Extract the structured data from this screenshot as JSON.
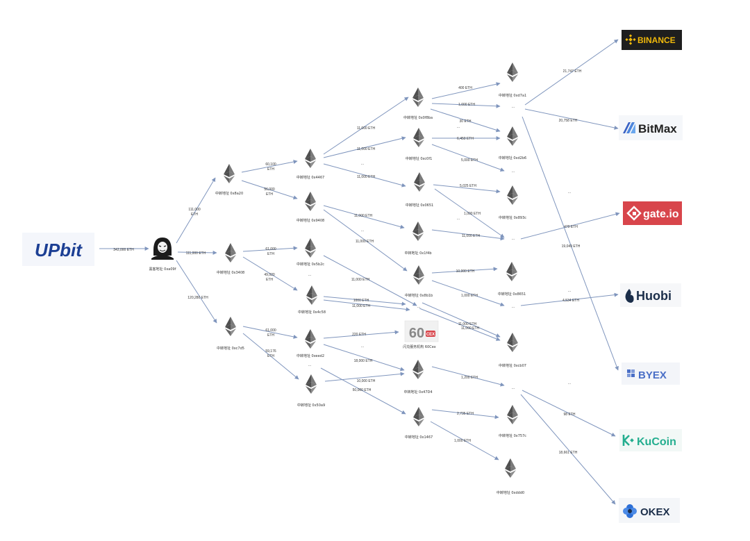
{
  "source": {
    "name": "UPbit",
    "color": "#1c3f94"
  },
  "hacker": {
    "label": "黑客地址 0xa09f"
  },
  "eth_nodes": {
    "n1a": "中转地址 0x8a20",
    "n1b": "中转地址 0x3408",
    "n1c": "中转地址 0xc7d5",
    "n2a": "中转地址 0x4467",
    "n2b": "中转地址 0x9408",
    "n2c": "中转地址 0x5b2c",
    "n2d": "中转地址 0x4c58",
    "n2e": "中转地址 0xeed2",
    "n2f": "中转地址 0x50a9",
    "n3a": "中转地址 0x0f8ba",
    "n3b": "中转地址 0xc0f1",
    "n3c": "中转地址 0x0651",
    "n3d": "中转地址 0x1f4b",
    "n3e": "中转地址 0x8b1b",
    "n3f": "中转地址 0x47D4",
    "n3g": "中转地址 0x1467",
    "n4a": "中转地址 0xd7a1",
    "n4b": "中转地址 0xd2b6",
    "n4c": "中转地址 0x893c",
    "n4d": "中转地址 0x8651",
    "n4e": "中转地址 0xcb07",
    "n4f": "中转地址 0x757c",
    "n4g": "中转地址 0xddd0"
  },
  "exchange_60cex": {
    "label": "闪兑服务机构 60Cex",
    "badge": "60",
    "badge_sub": "CEX"
  },
  "exchanges": {
    "binance": {
      "name": "BINANCE",
      "color": "#f0b90b"
    },
    "bitmax": {
      "name": "BitMax",
      "color": "#222222"
    },
    "gate": {
      "name": "gate.io",
      "color": "#d8454b"
    },
    "huobi": {
      "name": "Huobi",
      "color": "#1b2e4a"
    },
    "byex": {
      "name": "BYEX",
      "color": "#4a6fc7"
    },
    "kucoin": {
      "name": "KuCoin",
      "color": "#24ae8f"
    },
    "okex": {
      "name": "OKEX",
      "color": "#1b2e4a"
    }
  },
  "edge_labels": {
    "upbit_hacker": "342,000 ETH",
    "hacker_n1a_1": "111,000",
    "hacker_n1a_2": "ETH",
    "hacker_n1b": "111,000 ETH",
    "hacker_n1c": "120,280 ETH",
    "n1a_n2a_1": "60,100",
    "n1a_n2a_2": "ETH",
    "n1a_n2b_1": "56,000",
    "n1a_n2b_2": "ETH",
    "n1b_n2c_1": "61,000",
    "n1b_n2c_2": "ETH",
    "n1b_n2d_1": "49,920",
    "n1b_n2d_2": "ETH",
    "n1c_n2e_1": "61,000",
    "n1c_n2e_2": "ETH",
    "n1c_n2f_1": "59,176",
    "n1c_n2f_2": "ETH",
    "n2a_n3a": "11,000 ETH",
    "n2a_n3b": "11,000 ETH",
    "n2a_n3c": "11,000 ETH",
    "n2b_n3d": "11,000 ETH",
    "n2b_n3e": "11,000 ETH",
    "n2c_n3e": "11,000 ETH",
    "n2d_a": "1000 ETH",
    "n2d_b": "11,000 ETH",
    "n2e_cex": "220 ETH",
    "n2e_n3f": "18,000 ETH",
    "n2f_n3f": "10,000 ETH",
    "n2f_n3g": "50,000 ETH",
    "n3a_n4a": "400 ETH",
    "n3a_c1": "1,000 ETH",
    "n3a_n4b": "30 ETH",
    "n3b_n4b": "6,450 ETH",
    "n3b_c2": "5,000 ETH",
    "n3c_n4c": "5,025 ETH",
    "n3c_c3": "1,000 ETH",
    "n3d_c3": "11,000 ETH",
    "n3e_n4d": "10,000 ETH",
    "n3e_c4": "1,000 ETH",
    "n3e_n4e_1": "11,000 ETH",
    "n3e_n4e_2": "11,000 ETH",
    "n3f_c5": "1,200 ETH",
    "n3g_n4f": "2,735 ETH",
    "n3g_n4g": "1,000 ETH",
    "to_binance": "21,747 ETH",
    "to_bitmax": "20,758 ETH",
    "to_gate": "479 ETH",
    "to_byex": "19,049 ETH",
    "to_huobi": "4,534 ETH",
    "to_kucoin": "98 ETH",
    "to_okex": "18,661 ETH"
  }
}
